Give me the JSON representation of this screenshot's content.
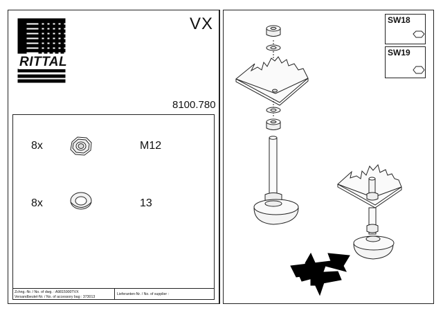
{
  "header": {
    "brand": "RITTAL",
    "model": "VX",
    "order_number": "8100.780"
  },
  "parts": [
    {
      "quantity": "8x",
      "icon": "hex-nut-icon",
      "size": "M12"
    },
    {
      "quantity": "8x",
      "icon": "washer-icon",
      "size": "13"
    }
  ],
  "footer": {
    "drawing_no": "Zchng.-Nr. / No. of dwg. : A9815900TVX",
    "accessory_bag": "Versandbeutel-Nr. / No. of accessory bag : 373013",
    "supplier_no": "Lieferanten-Nr. / No. of supplier :"
  },
  "wrench_sizes": [
    {
      "label": "SW18",
      "icon": "hexagon-icon"
    },
    {
      "label": "SW19",
      "icon": "hexagon-icon"
    }
  ]
}
